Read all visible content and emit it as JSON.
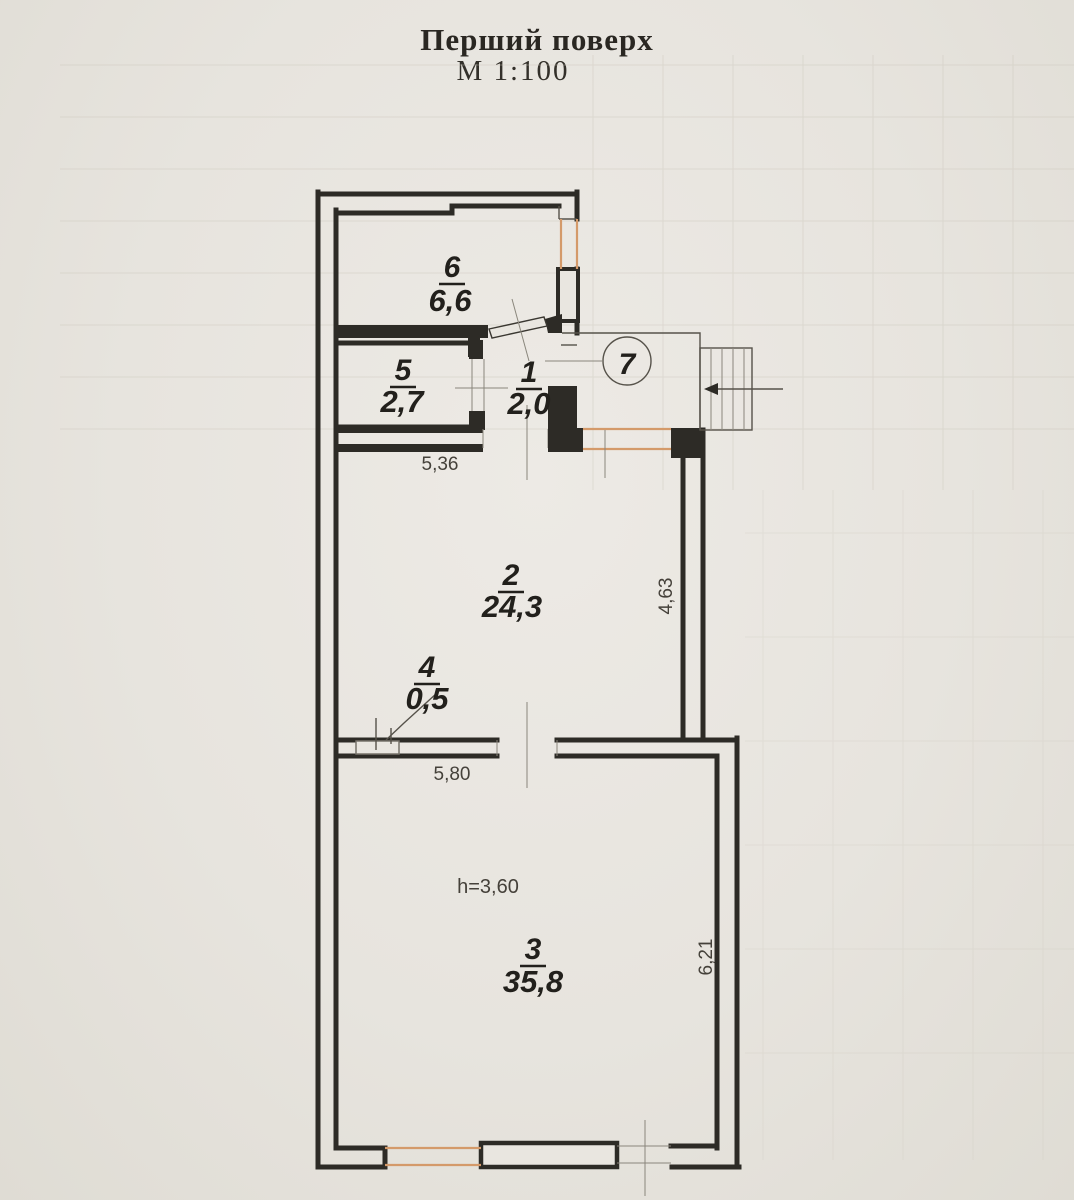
{
  "title": {
    "line1": "Перший поверх",
    "line2": "М 1:100"
  },
  "rooms": [
    {
      "number": "6",
      "area": "6,6"
    },
    {
      "number": "5",
      "area": "2,7"
    },
    {
      "number": "1",
      "area": "2,0"
    },
    {
      "number": "2",
      "area": "24,3"
    },
    {
      "number": "4",
      "area": "0,5"
    },
    {
      "number": "3",
      "area": "35,8"
    },
    {
      "number": "7",
      "area": ""
    }
  ],
  "dimensions": {
    "room2_width": "5,36",
    "room2_depth": "4,63",
    "room3_width": "5,80",
    "room3_depth": "6,21",
    "ceiling_height": "h=3,60"
  },
  "colors": {
    "paper": "#e8e5df",
    "ink": "#2d2b26",
    "dim_text": "#45413a",
    "accent_window": "#d49a6a",
    "faint_grid": "#c9c4b8"
  }
}
